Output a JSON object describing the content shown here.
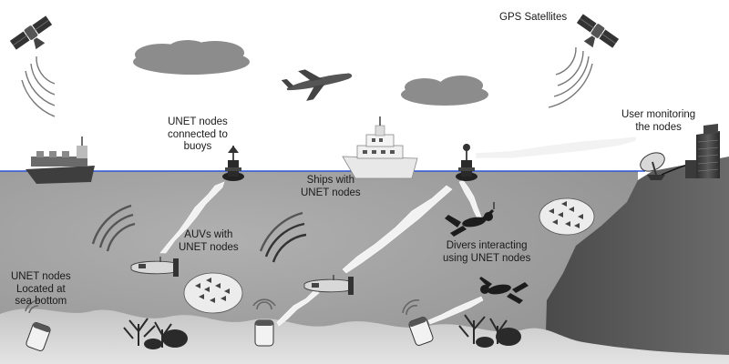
{
  "colors": {
    "sky": "#ffffff",
    "sea": "#a6a6a6",
    "sea_surface_line": "#2a55d8",
    "seabed": "#d0d0d0",
    "cliff": "#555555",
    "cloud": "#8c8c8c",
    "signal_beam": "#f2f2f2",
    "text": "#1a1a1a"
  },
  "labels": {
    "gps": {
      "line1": "GPS Satellites"
    },
    "user": {
      "line1": "User monitoring",
      "line2": "the nodes"
    },
    "buoys": {
      "line1": "UNET nodes",
      "line2": "connected to",
      "line3": "buoys"
    },
    "ships": {
      "line1": "Ships with",
      "line2": "UNET nodes"
    },
    "auvs": {
      "line1": "AUVs with",
      "line2": "UNET nodes"
    },
    "divers": {
      "line1": "Divers interacting",
      "line2": "using UNET nodes"
    },
    "bottom": {
      "line1": "UNET nodes",
      "line2": "Located at",
      "line3": "sea bottom"
    }
  },
  "icons": {
    "satellite": "satellite-icon",
    "airplane": "airplane-icon",
    "ship": "ship-icon",
    "buoy": "buoy-icon",
    "auv": "auv-icon",
    "diver": "diver-icon",
    "bottom_node": "seabed-node-icon",
    "fish_school": "fish-school-icon",
    "coral": "coral-icon",
    "antenna_dish": "antenna-dish-icon",
    "building": "building-icon"
  }
}
